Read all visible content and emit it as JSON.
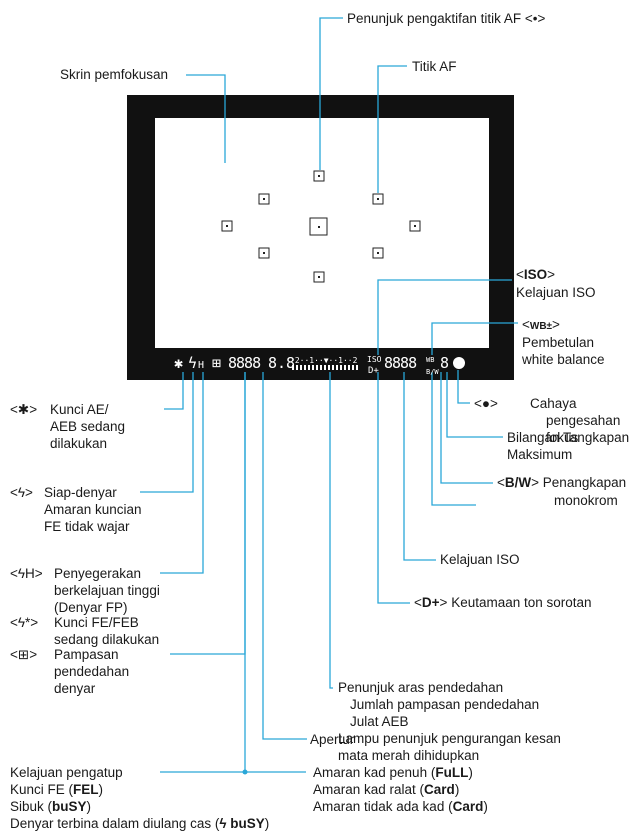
{
  "labels": {
    "af_activation": "Penunjuk pengaktifan titik AF <•>",
    "focus_screen": "Skrin pemfokusan",
    "af_point": "Titik AF",
    "iso_sym_open": "<",
    "iso_sym": "ISO",
    "iso_sym_close": ">",
    "iso_speed_top": "Kelajuan ISO",
    "wb_sym_open": "<",
    "wb_sym": "WB±",
    "wb_sym_close": ">",
    "wb_corr_1": "Pembetulan",
    "wb_corr_2": "white balance",
    "confirm_sym": "<●>",
    "confirm_1": "Cahaya",
    "confirm_2": "pengesahan",
    "confirm_3": "fokus",
    "maxburst_1": "Bilangan Tangkapan",
    "maxburst_2": "Maksimum",
    "bw_sym_open": "<",
    "bw_sym": "B/W",
    "bw_sym_close": ">",
    "bw_1": "Penangkapan",
    "bw_2": "monokrom",
    "iso_speed_2": "Kelajuan ISO",
    "htp_sym_open": "<",
    "htp_sym": "D+",
    "htp_sym_close": ">",
    "htp": "Keutamaan ton sorotan",
    "ael_sym": "<✱>",
    "ael_1": "Kunci AE/",
    "ael_2": "AEB sedang",
    "ael_3": "dilakukan",
    "flash_sym": "<ϟ>",
    "flash_1": "Siap-denyar",
    "flash_2": "Amaran kuncian",
    "flash_3": "FE tidak wajar",
    "hs_sym": "<ϟH>",
    "hs_1": "Penyegerakan",
    "hs_2": "berkelajuan tinggi",
    "hs_3": "(Denyar FP)",
    "fel_sym": "<ϟ*>",
    "fel_1": "Kunci FE/FEB",
    "fel_2": "sedang dilakukan",
    "fec_sym": "<⊞>",
    "fec_1": "Pampasan",
    "fec_2": "pendedahan",
    "fec_3": "denyar",
    "exp_1": "Penunjuk aras pendedahan",
    "exp_2": "Jumlah pampasan pendedahan",
    "exp_3": "Julat AEB",
    "exp_4": "Lampu penunjuk pengurangan kesan",
    "exp_5": "mata merah dihidupkan",
    "aperture": "Apertur",
    "shutter_1": "Kelajuan pengatup",
    "shutter_2a": "Kunci FE (",
    "shutter_2b": "FEL",
    "shutter_2c": ")",
    "shutter_3a": "Sibuk (",
    "shutter_3b": "buSY",
    "shutter_3c": ")",
    "shutter_4a": "Denyar terbina dalam diulang cas (",
    "shutter_4b": "ϟ buSY",
    "shutter_4c": ")",
    "card_1a": "Amaran kad penuh (",
    "card_1b": "FuLL",
    "card_1c": ")",
    "card_2a": "Amaran kad ralat (",
    "card_2b": "Card",
    "card_2c": ")",
    "card_3a": "Amaran tidak ada kad (",
    "card_3b": "Card",
    "card_3c": ")"
  },
  "lcd": {
    "ael": "✱",
    "flash": "ϟ",
    "hs": "H",
    "fec": "⊞",
    "shutter": "8888",
    "aperture": "8.8",
    "scale": "·2··1··▼··1··2",
    "iso": "ISO",
    "htp": "D+",
    "iso_digits": "8888",
    "wb": "WB",
    "bw": "B/W",
    "burst": "8"
  },
  "colors": {
    "leader": "#2aa7d8",
    "frame": "#111111",
    "lcd_text": "#ffffff"
  }
}
